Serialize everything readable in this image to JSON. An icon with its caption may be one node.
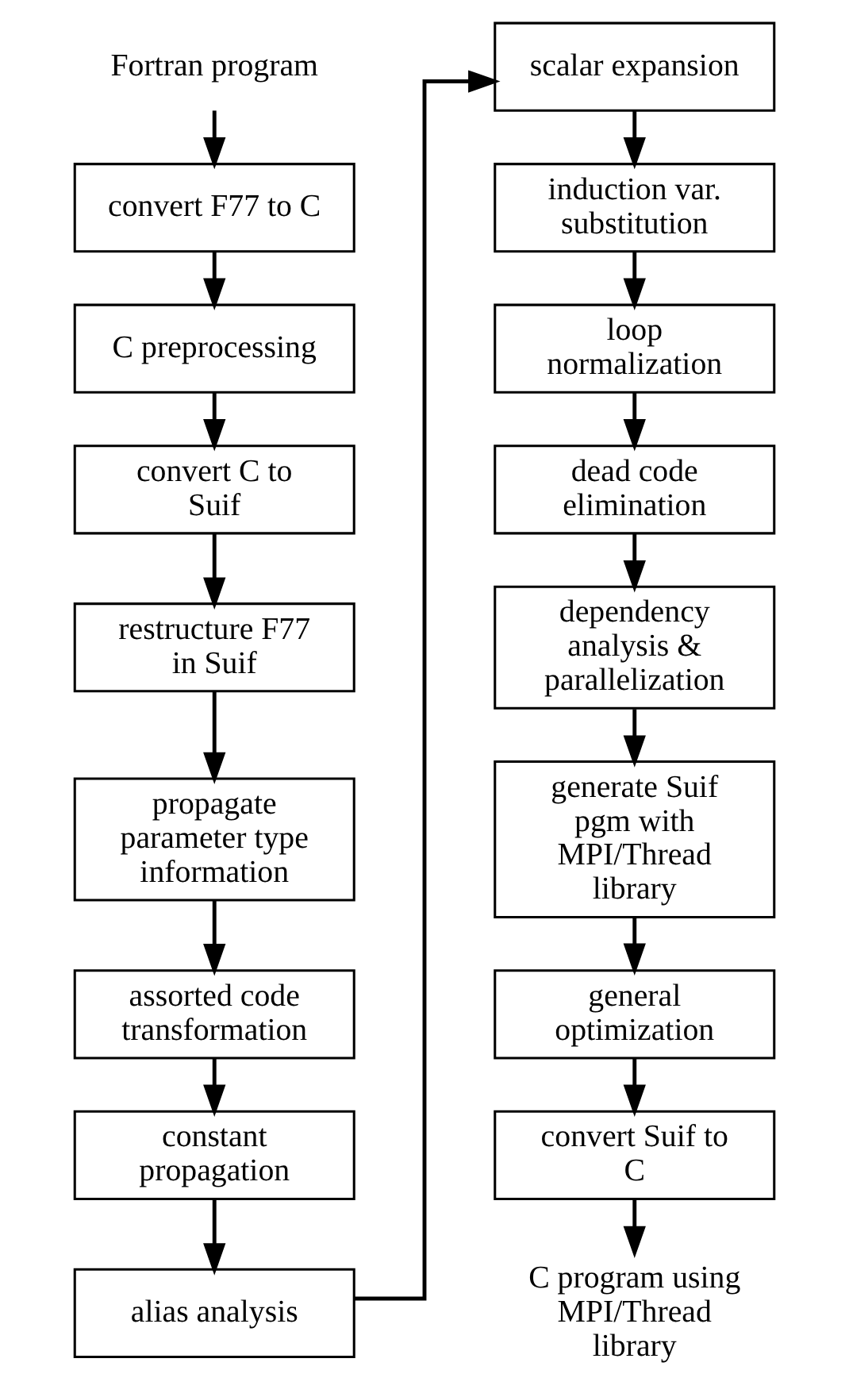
{
  "diagram": {
    "nodes": [
      {
        "text": [
          "Fortran program"
        ]
      },
      {
        "text": [
          "convert F77 to C"
        ]
      },
      {
        "text": [
          "C preprocessing"
        ]
      },
      {
        "text": [
          "convert C to Suif"
        ]
      },
      {
        "text": [
          "restructure F77 in Suif"
        ]
      },
      {
        "text": [
          "propagate parameter type information"
        ]
      },
      {
        "text": [
          "assorted code transformation"
        ]
      },
      {
        "text": [
          "constant propagation"
        ]
      },
      {
        "text": [
          "alias analysis"
        ]
      },
      {
        "text": [
          "scalar expansion"
        ]
      },
      {
        "text": [
          "induction var. substitution"
        ]
      },
      {
        "text": [
          "loop normalization"
        ]
      },
      {
        "text": [
          "dead code elimination"
        ]
      },
      {
        "text": [
          "dependency analysis & parallelization"
        ]
      },
      {
        "text": [
          "generate Suif pgm with MPI/Thread library"
        ]
      },
      {
        "text": [
          "general optimization"
        ]
      },
      {
        "text": [
          "convert Suif to C"
        ]
      },
      {
        "text": [
          "C program using MPI/Thread library"
        ]
      }
    ],
    "edges": [
      {
        "from": 0,
        "to": 1,
        "arrow": "to"
      },
      {
        "from": 1,
        "to": 2,
        "arrow": "to"
      },
      {
        "from": 2,
        "to": 3,
        "arrow": "to"
      },
      {
        "from": 3,
        "to": 4,
        "arrow": "to"
      },
      {
        "from": 4,
        "to": 5,
        "arrow": "to"
      },
      {
        "from": 5,
        "to": 6,
        "arrow": "to"
      },
      {
        "from": 6,
        "to": 7,
        "arrow": "to"
      },
      {
        "from": 7,
        "to": 8,
        "arrow": "to"
      },
      {
        "from": 8,
        "to": 9,
        "arrow": "to"
      },
      {
        "from": 9,
        "to": 10,
        "arrow": "to"
      },
      {
        "from": 10,
        "to": 11,
        "arrow": "to"
      },
      {
        "from": 11,
        "to": 12,
        "arrow": "to"
      },
      {
        "from": 12,
        "to": 13,
        "arrow": "to"
      },
      {
        "from": 13,
        "to": 14,
        "arrow": "to"
      },
      {
        "from": 14,
        "to": 15,
        "arrow": "to"
      },
      {
        "from": 15,
        "to": 16,
        "arrow": "to"
      },
      {
        "from": 16,
        "to": 17,
        "arrow": "to"
      }
    ]
  }
}
